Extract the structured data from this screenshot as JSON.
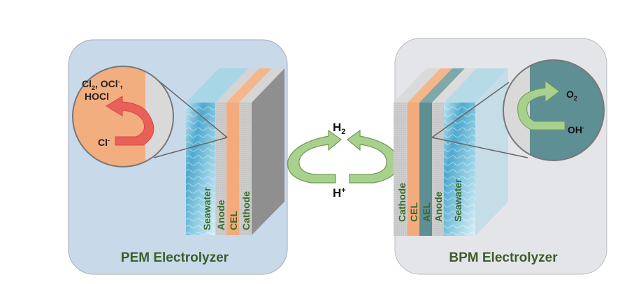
{
  "pem": {
    "title": "PEM Electrolyzer",
    "layers": [
      "Seawater",
      "Anode",
      "CEL",
      "Cathode"
    ],
    "zoom": {
      "products": "Cl",
      "products_sub": "2",
      "products_rest": ", OCl",
      "products_sup": "-",
      "products_comma": ",",
      "products_line2": "HOCl",
      "reactant": "Cl",
      "reactant_sup": "-"
    }
  },
  "bpm": {
    "title": "BPM Electrolyzer",
    "layers": [
      "Cathode",
      "CEL",
      "AEL",
      "Anode",
      "Seawater"
    ],
    "zoom": {
      "product": "O",
      "product_sub": "2",
      "reactant": "OH",
      "reactant_sup": "-"
    }
  },
  "center": {
    "top": "H",
    "top_sub": "2",
    "bottom": "H",
    "bottom_sup": "+"
  },
  "colors": {
    "pem_bg": "#c8d9ea",
    "bpm_bg": "#e4e5e8",
    "label_green": "#3b5e2b",
    "orange": "#f3ab7c",
    "teal": "#5e8f94",
    "arrow_green": "#a9d18e"
  }
}
